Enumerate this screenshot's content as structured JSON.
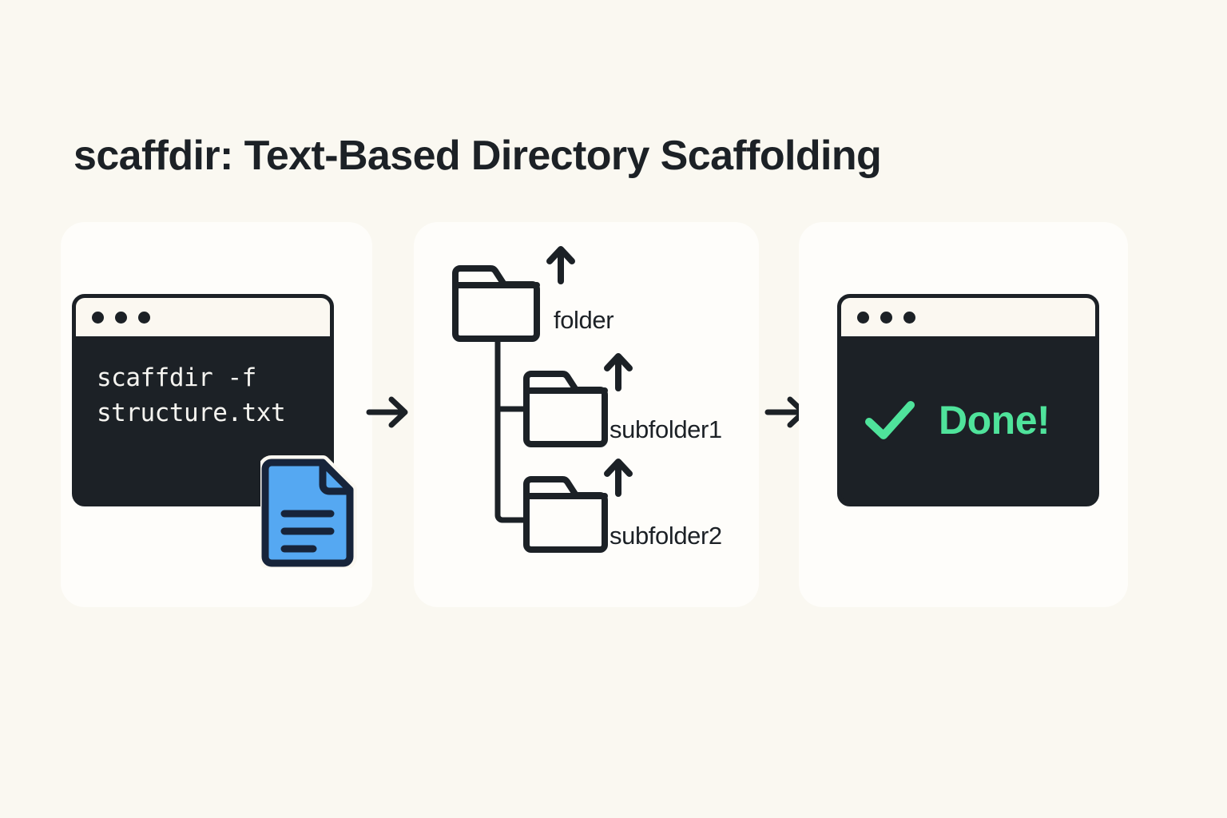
{
  "page": {
    "title": "scaffdir: Text-Based Directory Scaffolding",
    "background_color": "#FAF8F1",
    "card_color": "#FEFDFA",
    "ink_color": "#1C2126",
    "accent_green": "#4FE39B",
    "accent_blue": "#55A8F2"
  },
  "panels": {
    "input": {
      "window_dots": [
        "dot-1",
        "dot-2",
        "dot-3"
      ],
      "command_line_1": "scaffdir -f",
      "command_line_2": "structure.txt",
      "attachment_icon": "document-icon"
    },
    "tree": {
      "nodes": [
        {
          "label": "folder",
          "icon": "folder-icon",
          "arrow": "arrow-up-icon",
          "depth": 0
        },
        {
          "label": "subfolder1",
          "icon": "folder-icon",
          "arrow": "arrow-up-icon",
          "depth": 1
        },
        {
          "label": "subfolder2",
          "icon": "folder-icon",
          "arrow": "arrow-up-icon",
          "depth": 1
        }
      ]
    },
    "output": {
      "window_dots": [
        "dot-1",
        "dot-2",
        "dot-3"
      ],
      "status_icon": "checkmark-icon",
      "status_text": "Done!"
    }
  },
  "flow": {
    "arrows": [
      {
        "name": "arrow-right-icon",
        "from": "input",
        "to": "tree"
      },
      {
        "name": "arrow-right-icon",
        "from": "tree",
        "to": "output"
      }
    ]
  }
}
